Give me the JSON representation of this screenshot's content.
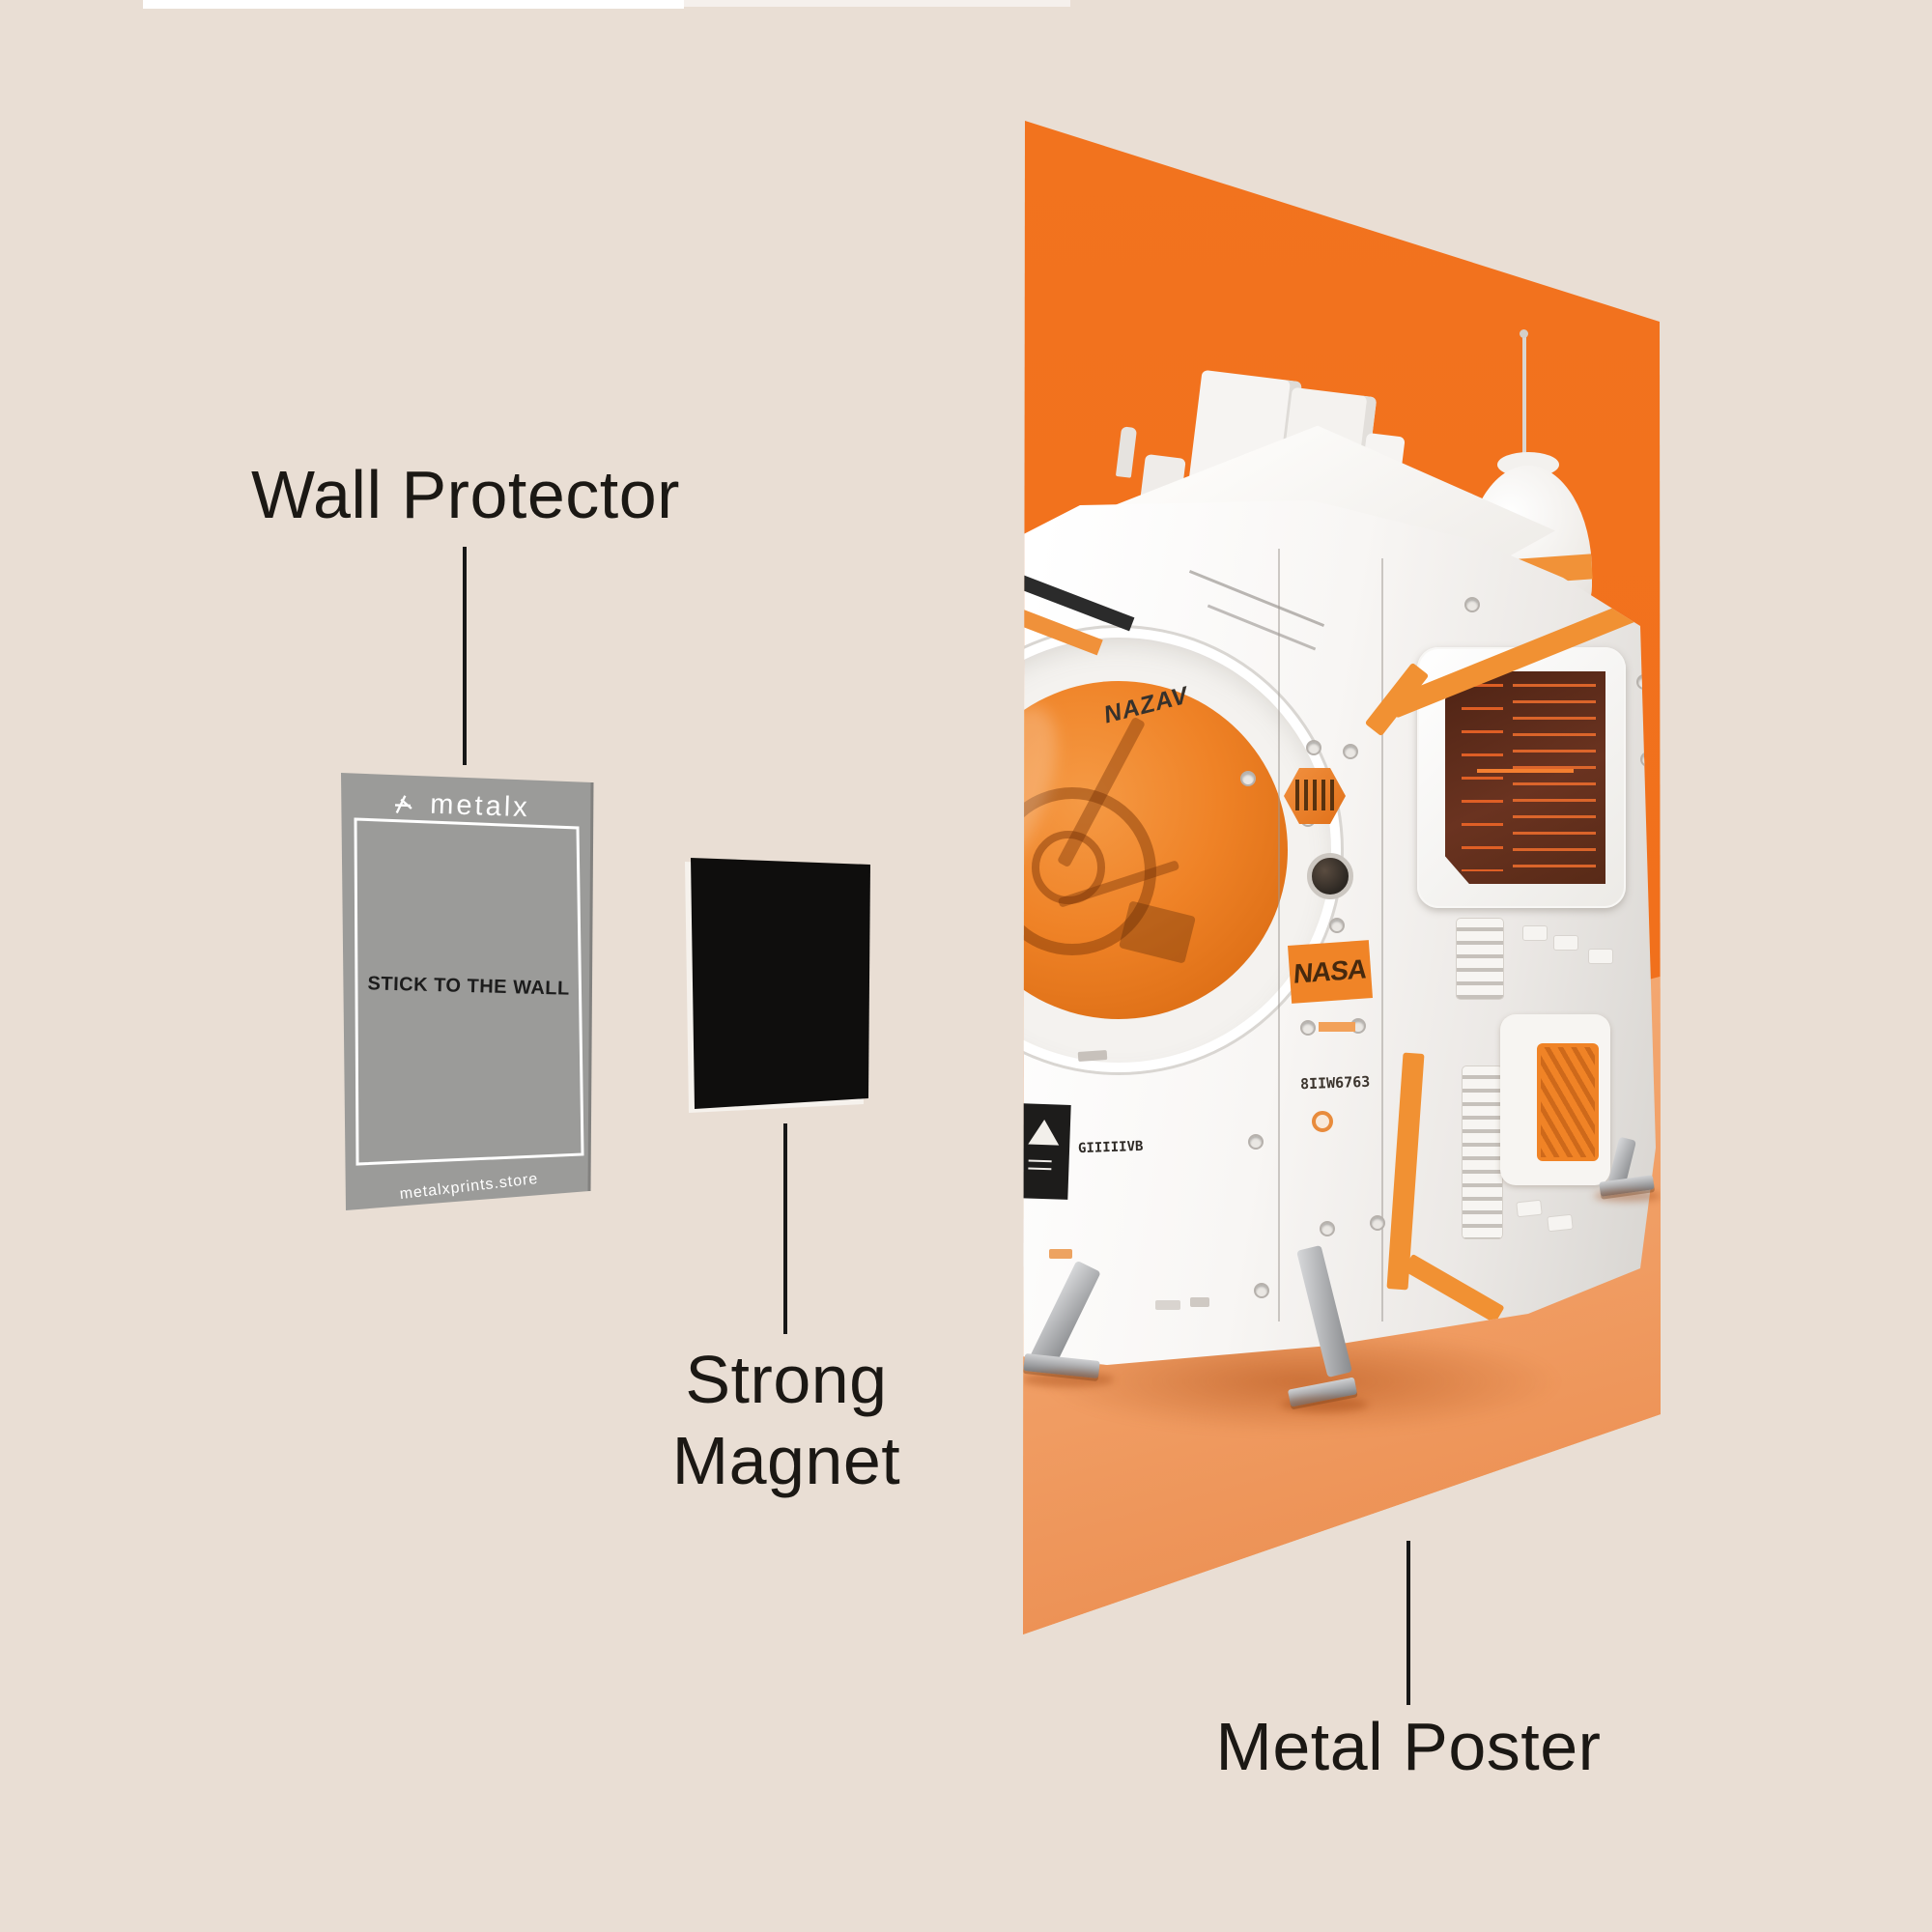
{
  "page": {
    "background_color": "#e9ded4",
    "top_strip_color": "#ffffff"
  },
  "labels": {
    "wall_protector": "Wall Protector",
    "strong_magnet_line1": "Strong",
    "strong_magnet_line2": "Magnet",
    "metal_poster": "Metal Poster"
  },
  "wall_protector_card": {
    "brand": "metalx",
    "message": "STICK TO THE WALL",
    "website": "metalxprints.store",
    "card_color": "#9b9b99",
    "border_color": "#ffffff",
    "message_color": "#1c1c1c"
  },
  "magnet": {
    "color": "#0f0e0d"
  },
  "metal_poster": {
    "wall_color": "#f2731e",
    "floor_color": "#f09c62",
    "machine": {
      "wordmark": "NAZAV",
      "badge": "NASA",
      "serial": "8IIW6763",
      "barcode_label": "GIIIIIVB",
      "accent_color": "#f19133",
      "screen_color": "#5c2b18",
      "screen_line_color": "#e2601f"
    }
  }
}
